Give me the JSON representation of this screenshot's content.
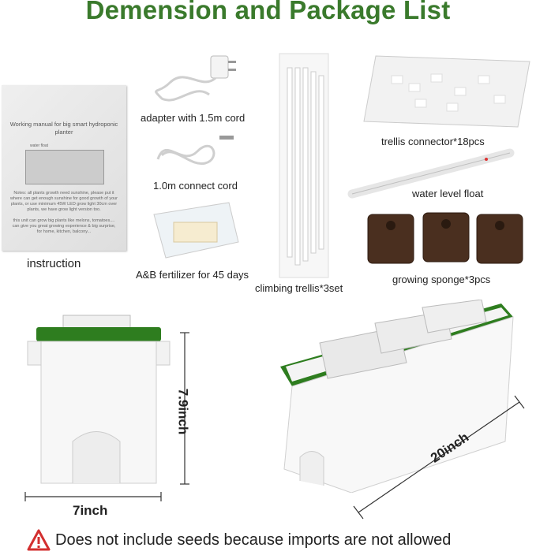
{
  "title": "Demension and Package List",
  "items": {
    "instruction": "instruction",
    "adapter": "adapter with 1.5m cord",
    "connect_cord": "1.0m connect cord",
    "fertilizer": "A&B fertilizer for 45 days",
    "trellis": "climbing trellis*3set",
    "trellis_connector": "trellis connector*18pcs",
    "water_float": "water level float",
    "sponge": "growing sponge*3pcs"
  },
  "manual": {
    "heading": "Working manual for big smart hydroponic planter",
    "small_label": "water float",
    "notes": "Notes: all plants growth need sunshine, please put it where can get enough sunshine for good growth of your plants, or use minimum 45W LED grow light 30cm over plants, we have grow light version too.",
    "notes2": "this unit can grow big plants like melons, tomatoes.... can give you great growing experience & big surprise, for home, kitchen, balcony..."
  },
  "dimensions": {
    "height": "7.9inch",
    "width": "7inch",
    "length": "20inch"
  },
  "warning": "Does not include seeds because imports are not allowed",
  "colors": {
    "title": "#3a7a2c",
    "accent_green": "#2e7d1f",
    "warning_red": "#d32f2f"
  }
}
